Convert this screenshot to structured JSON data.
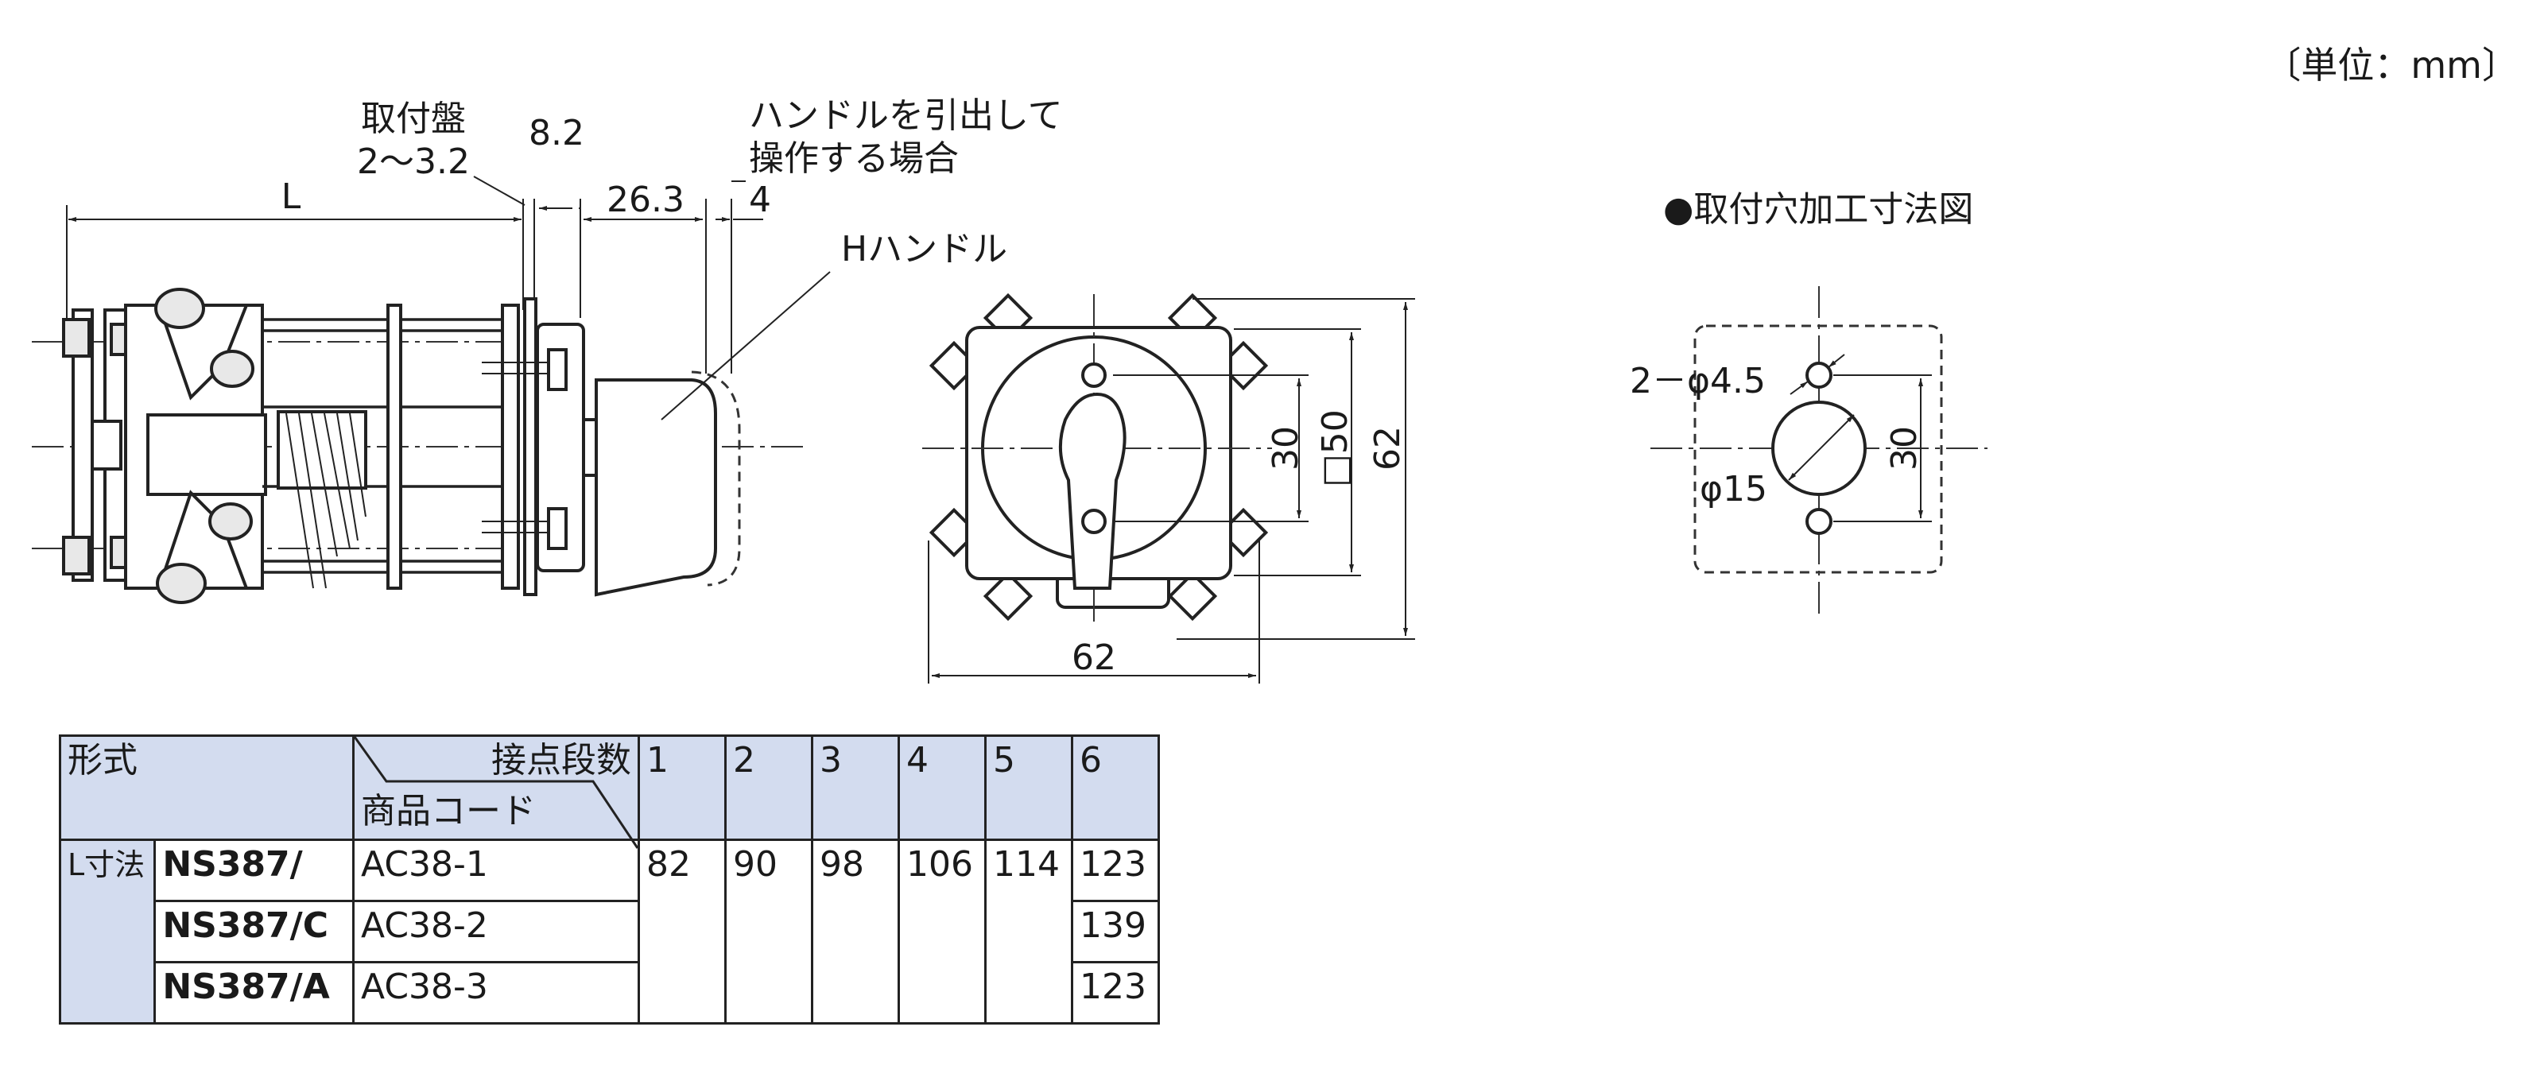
{
  "unit_label": "〔単位：mm〕",
  "side_view": {
    "panel_label_1": "取付盤",
    "panel_label_2": "2～3.2",
    "dim_8_2": "8.2",
    "dim_L": "L",
    "dim_26_3": "26.3",
    "dim_4": "4",
    "pull_note_1": "ハンドルを引出して",
    "pull_note_2": "操作する場合",
    "handle_label": "Hハンドル"
  },
  "front_view": {
    "dim_30": "30",
    "dim_sq50": "□50",
    "dim_62_v": "62",
    "dim_62_h": "62"
  },
  "hole_diagram": {
    "title": "●取付穴加工寸法図",
    "hole_small": "2－φ4.5",
    "hole_large": "φ15",
    "dim_30": "30"
  },
  "table": {
    "col_model": "形式",
    "col_contacts": "接点段数",
    "col_code": "商品コード",
    "stage_counts": [
      "1",
      "2",
      "3",
      "4",
      "5",
      "6"
    ],
    "row_group_label": "L寸法",
    "rows": [
      {
        "model": "NS387/",
        "code": "AC38-1",
        "L": [
          "82",
          "90",
          "98",
          "106",
          "114",
          "123"
        ]
      },
      {
        "model": "NS387/C",
        "code": "AC38-2",
        "L6": "139"
      },
      {
        "model": "NS387/A",
        "code": "AC38-3",
        "L6": "123"
      }
    ]
  }
}
